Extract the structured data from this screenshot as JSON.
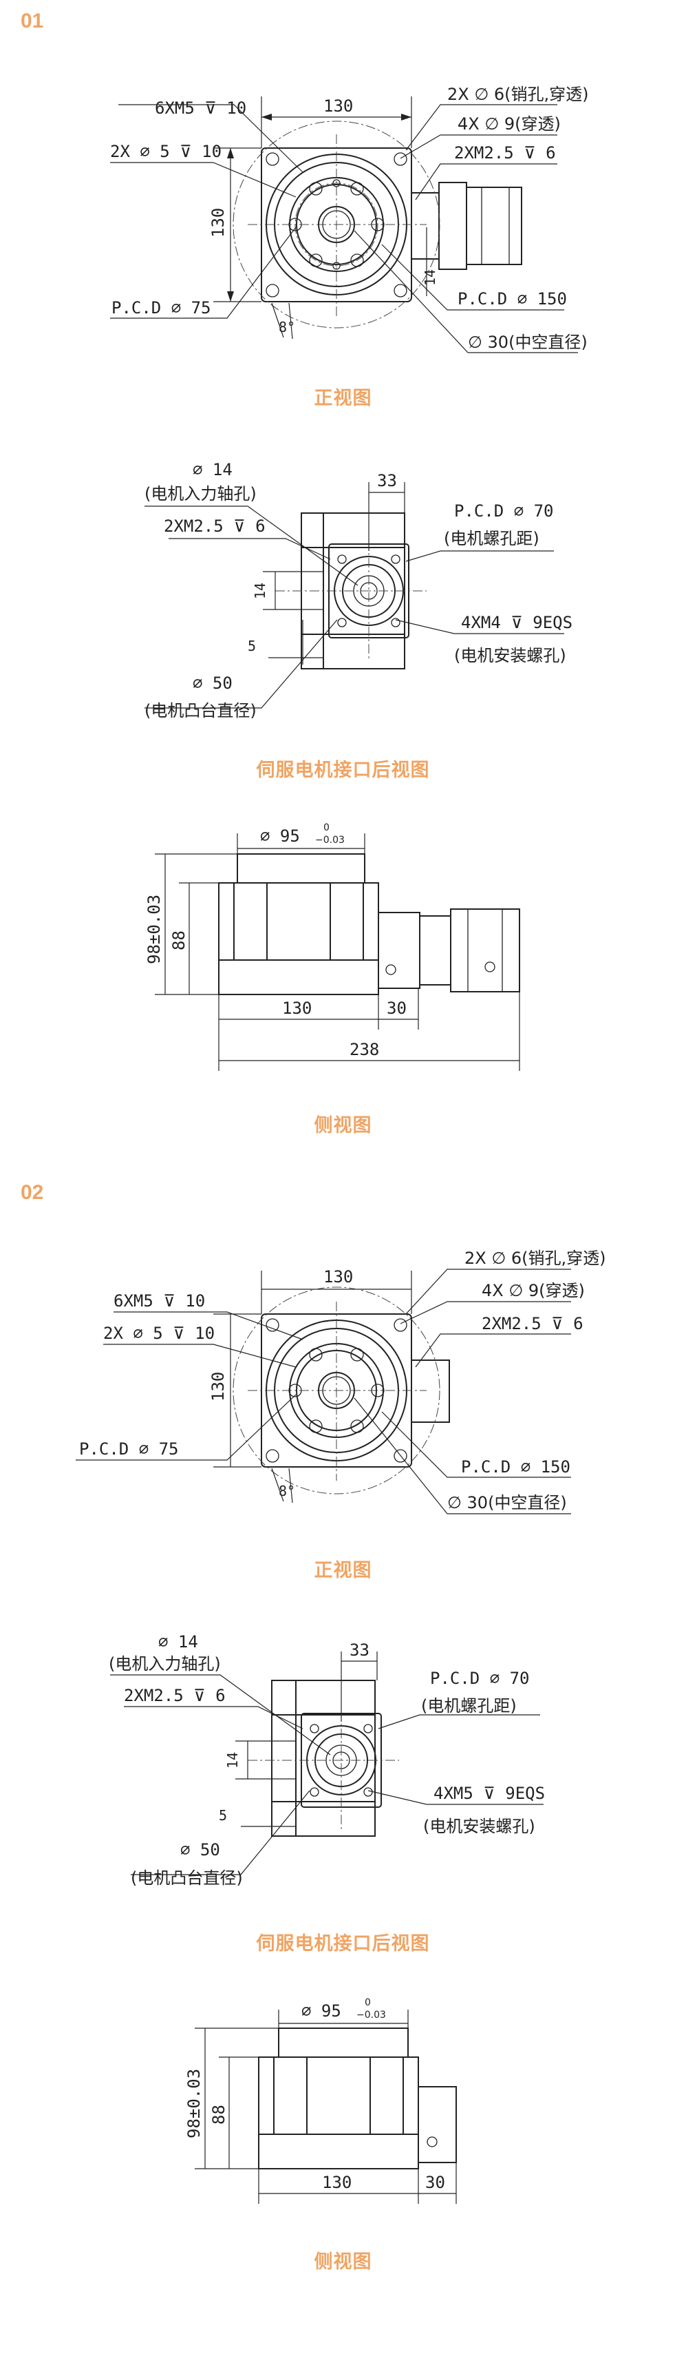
{
  "sections": [
    {
      "number": "01",
      "front": {
        "caption": "正视图",
        "labels": {
          "width": "130",
          "height": "130",
          "mount_screw": "6XM5 ⊽ 10",
          "pin_top": "2X ∅ 6(销孔,穿透)",
          "thru_hole": "4X ∅ 9(穿透)",
          "small_thread": "2XM2.5 ⊽ 6",
          "pin_left": "2X ∅ 5 ⊽ 10",
          "pcd_small": "P.C.D ∅ 75",
          "pcd_large": "P.C.D ∅ 150",
          "hollow": "∅ 30(中空直径)",
          "angle": "8°",
          "offset": "14"
        }
      },
      "rear": {
        "caption": "伺服电机接口后视图",
        "labels": {
          "shaft_dia": "∅ 14",
          "shaft_desc": "(电机入力轴孔)",
          "thread": "2XM2.5 ⊽ 6",
          "width": "33",
          "pcd": "P.C.D ∅ 70",
          "pcd_desc": "(电机螺孔距)",
          "offset_v": "14",
          "offset_h": "5",
          "install": "4XM4 ⊽ 9EQS",
          "install_desc": "(电机安装螺孔)",
          "boss_dia": "∅ 50",
          "boss_desc": "(电机凸台直径)"
        }
      },
      "side": {
        "caption": "侧视图",
        "labels": {
          "top_dia": "∅ 95",
          "tol_upper": "0",
          "tol_lower": "−0.03",
          "total_height": "98±0.03",
          "body_height": "88",
          "body_width": "130",
          "flange_width": "30",
          "total_length": "238"
        }
      }
    },
    {
      "number": "02",
      "front": {
        "caption": "正视图",
        "labels": {
          "width": "130",
          "height": "130",
          "pin_top": "2X ∅ 6(销孔,穿透)",
          "thru_hole": "4X ∅ 9(穿透)",
          "mount_screw": "6XM5 ⊽ 10",
          "small_thread": "2XM2.5 ⊽ 6",
          "pin_left": "2X ∅ 5 ⊽ 10",
          "pcd_small": "P.C.D ∅ 75",
          "pcd_large": "P.C.D ∅ 150",
          "hollow": "∅ 30(中空直径)",
          "angle": "8°"
        }
      },
      "rear": {
        "caption": "伺服电机接口后视图",
        "labels": {
          "shaft_dia": "∅ 14",
          "shaft_desc": "(电机入力轴孔)",
          "thread": "2XM2.5 ⊽ 6",
          "width": "33",
          "pcd": "P.C.D ∅ 70",
          "pcd_desc": "(电机螺孔距)",
          "offset_v": "14",
          "offset_h": "5",
          "install": "4XM5 ⊽ 9EQS",
          "install_desc": "(电机安装螺孔)",
          "boss_dia": "∅ 50",
          "boss_desc": "(电机凸台直径)"
        }
      },
      "side": {
        "caption": "侧视图",
        "labels": {
          "top_dia": "∅ 95",
          "tol_upper": "0",
          "tol_lower": "−0.03",
          "total_height": "98±0.03",
          "body_height": "88",
          "body_width": "130",
          "flange_width": "30"
        }
      }
    }
  ]
}
